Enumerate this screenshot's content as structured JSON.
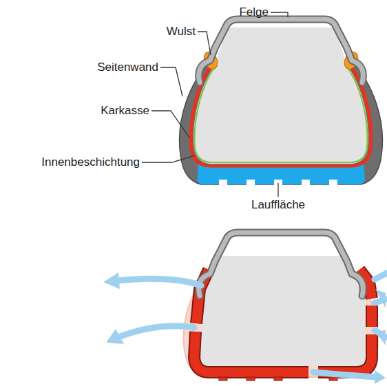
{
  "diagram": {
    "labels": [
      "Felge",
      "Wulst",
      "Seitenwand",
      "Karkasse",
      "Innenbeschichtung",
      "Lauffläche"
    ]
  }
}
